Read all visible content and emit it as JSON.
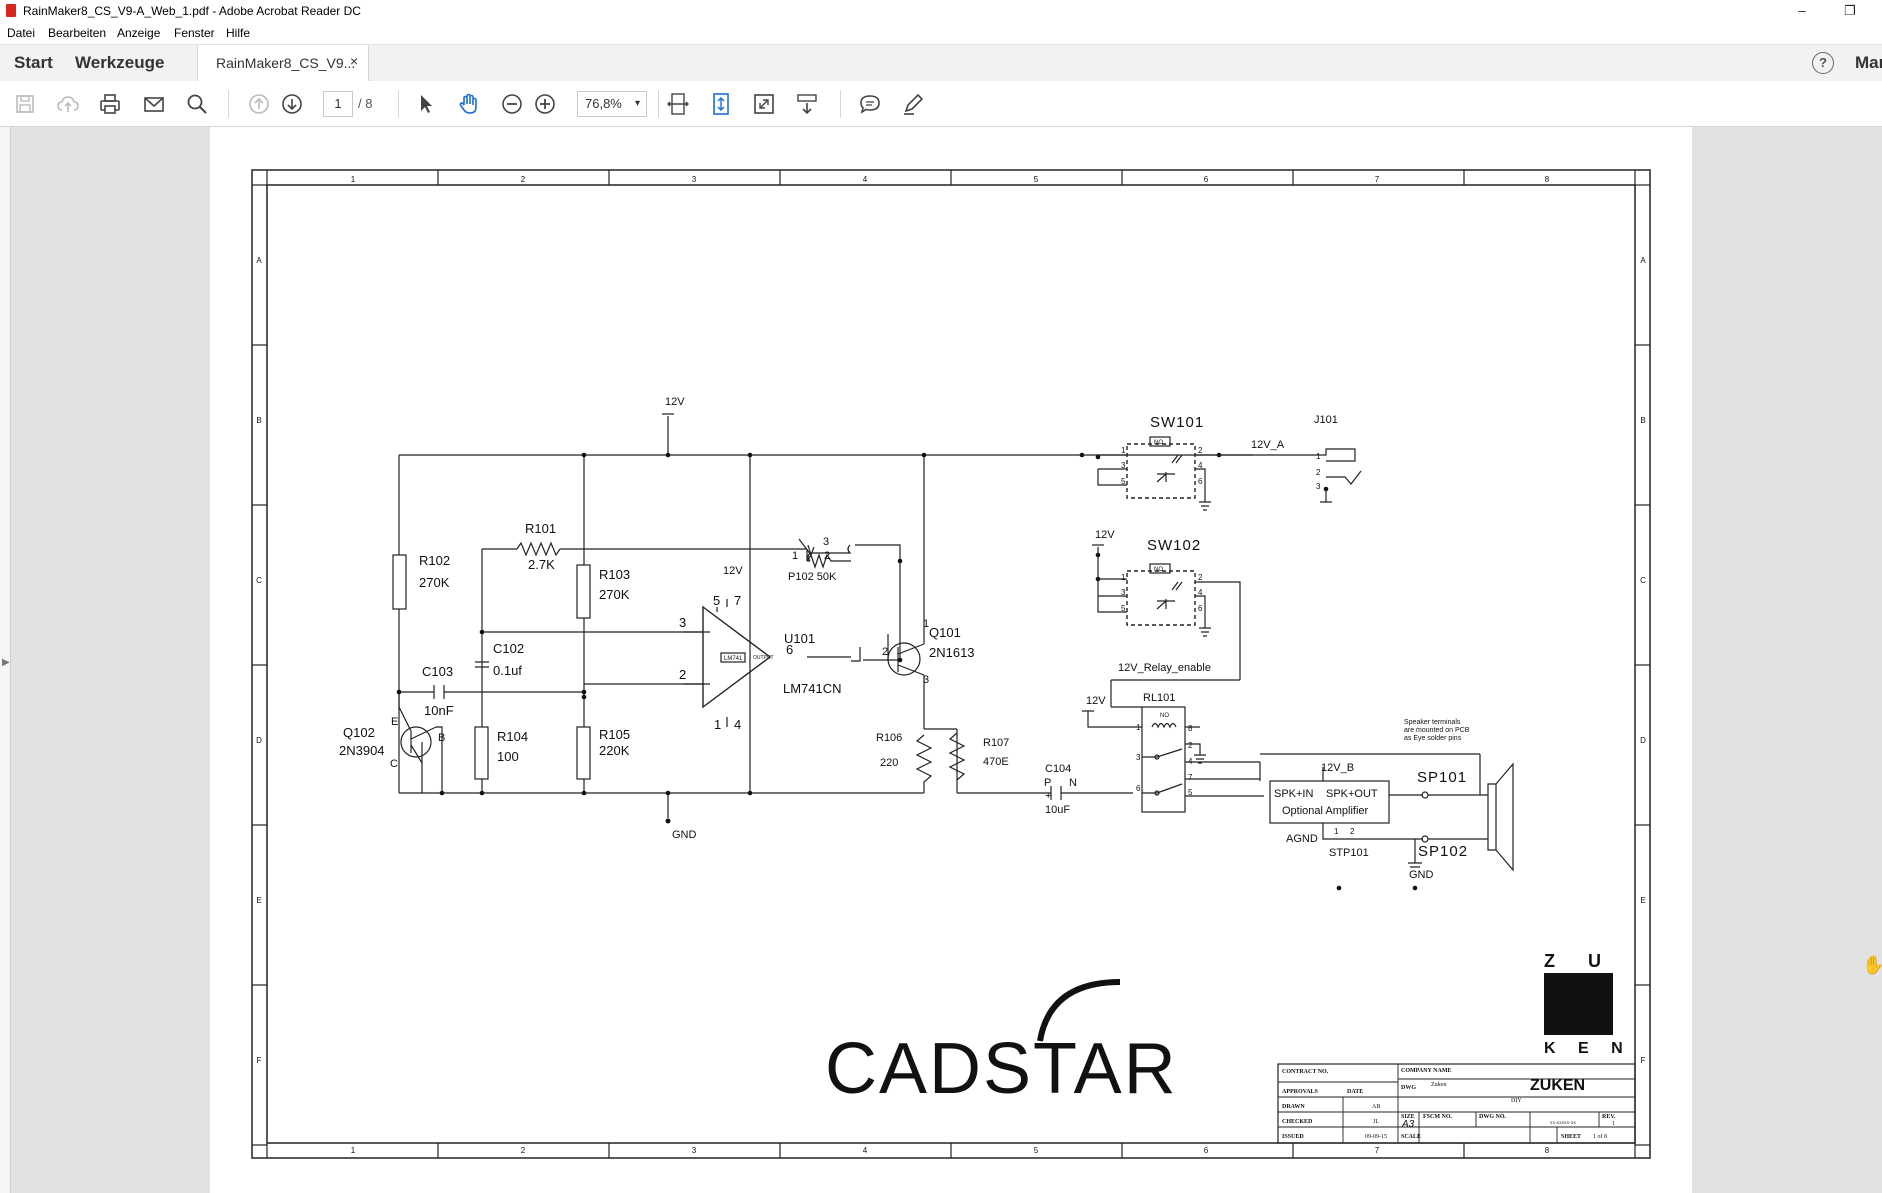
{
  "window": {
    "title": "RainMaker8_CS_V9-A_Web_1.pdf - Adobe Acrobat Reader DC",
    "minimize": "–",
    "restore": "❐"
  },
  "menu": [
    "Datei",
    "Bearbeiten",
    "Anzeige",
    "Fenster",
    "Hilfe"
  ],
  "tabs": {
    "home": "Start",
    "tools": "Werkzeuge",
    "document": "RainMaker8_CS_V9...",
    "close": "×",
    "help": "?",
    "more": "Mar"
  },
  "toolbar": {
    "page_current": "1",
    "page_total": "/ 8",
    "zoom": "76,8%",
    "zoom_arrow": "▾"
  },
  "schematic": {
    "border_cols": [
      "1",
      "2",
      "3",
      "4",
      "5",
      "6",
      "7",
      "8"
    ],
    "border_rows": [
      "A",
      "B",
      "C",
      "D",
      "E",
      "F"
    ],
    "nets": {
      "v12_top": "12V",
      "v12_u101": "12V",
      "v12_sw102": "12V",
      "v12_rl101": "12V",
      "gnd": "GND",
      "gnd_sp": "GND",
      "agnd": "AGND",
      "v12a": "12V_A",
      "v12b": "12V_B",
      "relay_enable": "12V_Relay_enable"
    },
    "parts": {
      "r101": "R101",
      "r101_val": "2.7K",
      "r102": "R102",
      "r102_val": "270K",
      "r103": "R103",
      "r103_val": "270K",
      "r104": "R104",
      "r104_val": "100",
      "r105": "R105",
      "r105_val": "220K",
      "r106": "R106",
      "r106_val": "220",
      "r107": "R107",
      "r107_val": "470E",
      "c102": "C102",
      "c102_val": "0.1uf",
      "c103": "C103",
      "c103_val": "10nF",
      "c104": "C104",
      "c104_val": "10uF",
      "c104_p": "P",
      "c104_n": "N",
      "c104_plus": "+",
      "q102": "Q102",
      "q102_val": "2N3904",
      "q102_e": "E",
      "q102_b": "B",
      "q102_c": "C",
      "q101": "Q101",
      "q101_val": "2N1613",
      "p102": "P102 50K",
      "u101": "U101",
      "u101_val": "LM741CN",
      "u101_chip": "LM741",
      "u101_output": "OUTPUT",
      "sw101": "SW101",
      "sw102": "SW102",
      "j101": "J101",
      "rl101": "RL101",
      "sp101": "SP101",
      "sp102": "SP102",
      "stp101": "STP101",
      "amp_in": "SPK+IN",
      "amp_out": "SPK+OUT",
      "amp_name": "Optional Amplifier",
      "no": "NO"
    },
    "pins": {
      "u101_3": "3",
      "u101_2": "2",
      "u101_5": "5",
      "u101_7": "7",
      "u101_1": "1",
      "u101_4": "4",
      "u101_6": "6",
      "q101_1": "1",
      "q101_2": "2",
      "q101_3": "3",
      "p102_1": "1",
      "p102_2": "2",
      "p102_3": "3",
      "sw_1": "1",
      "sw_2": "2",
      "sw_3": "3",
      "sw_4": "4",
      "sw_5": "5",
      "sw_6": "6",
      "j101_1": "1",
      "j101_2": "2",
      "j101_3": "3",
      "rl_1": "1",
      "rl_2": "2",
      "rl_3": "3",
      "rl_4": "4",
      "rl_5": "5",
      "rl_6": "6",
      "rl_7": "7",
      "rl_8": "8",
      "stp_1": "1",
      "stp_2": "2"
    },
    "note": [
      "Speaker terminals",
      "are mounted on PCB",
      "as Eye solder pins"
    ],
    "logos": {
      "cadstar": "CADSTAR",
      "zuken_top": "Z  U",
      "zuken_bottom": "K E N"
    },
    "titleblock": {
      "contract_no": "CONTRACT NO.",
      "company_name": "COMPANY NAME",
      "company_value": "Zuken",
      "company_logo": "ZUKEN",
      "approvals": "APPROVALS",
      "date": "DATE",
      "dwg": "DWG",
      "dwg_value": "DIY",
      "drawn": "DRAWN",
      "drawn_value": "AB",
      "checked": "CHECKED",
      "checked_value": "JL",
      "issued": "ISSUED",
      "issued_value": "09-09-15",
      "size": "SIZE",
      "size_value": "A3",
      "fscm_no": "FSCM NO.",
      "dwg_no": "DWG NO.",
      "dwg_no_value": "xx-xxxxx-xx",
      "rev": "REV.",
      "rev_value": "1",
      "scale": "SCALE",
      "sheet": "SHEET",
      "sheet_value": "1 of 8"
    }
  }
}
